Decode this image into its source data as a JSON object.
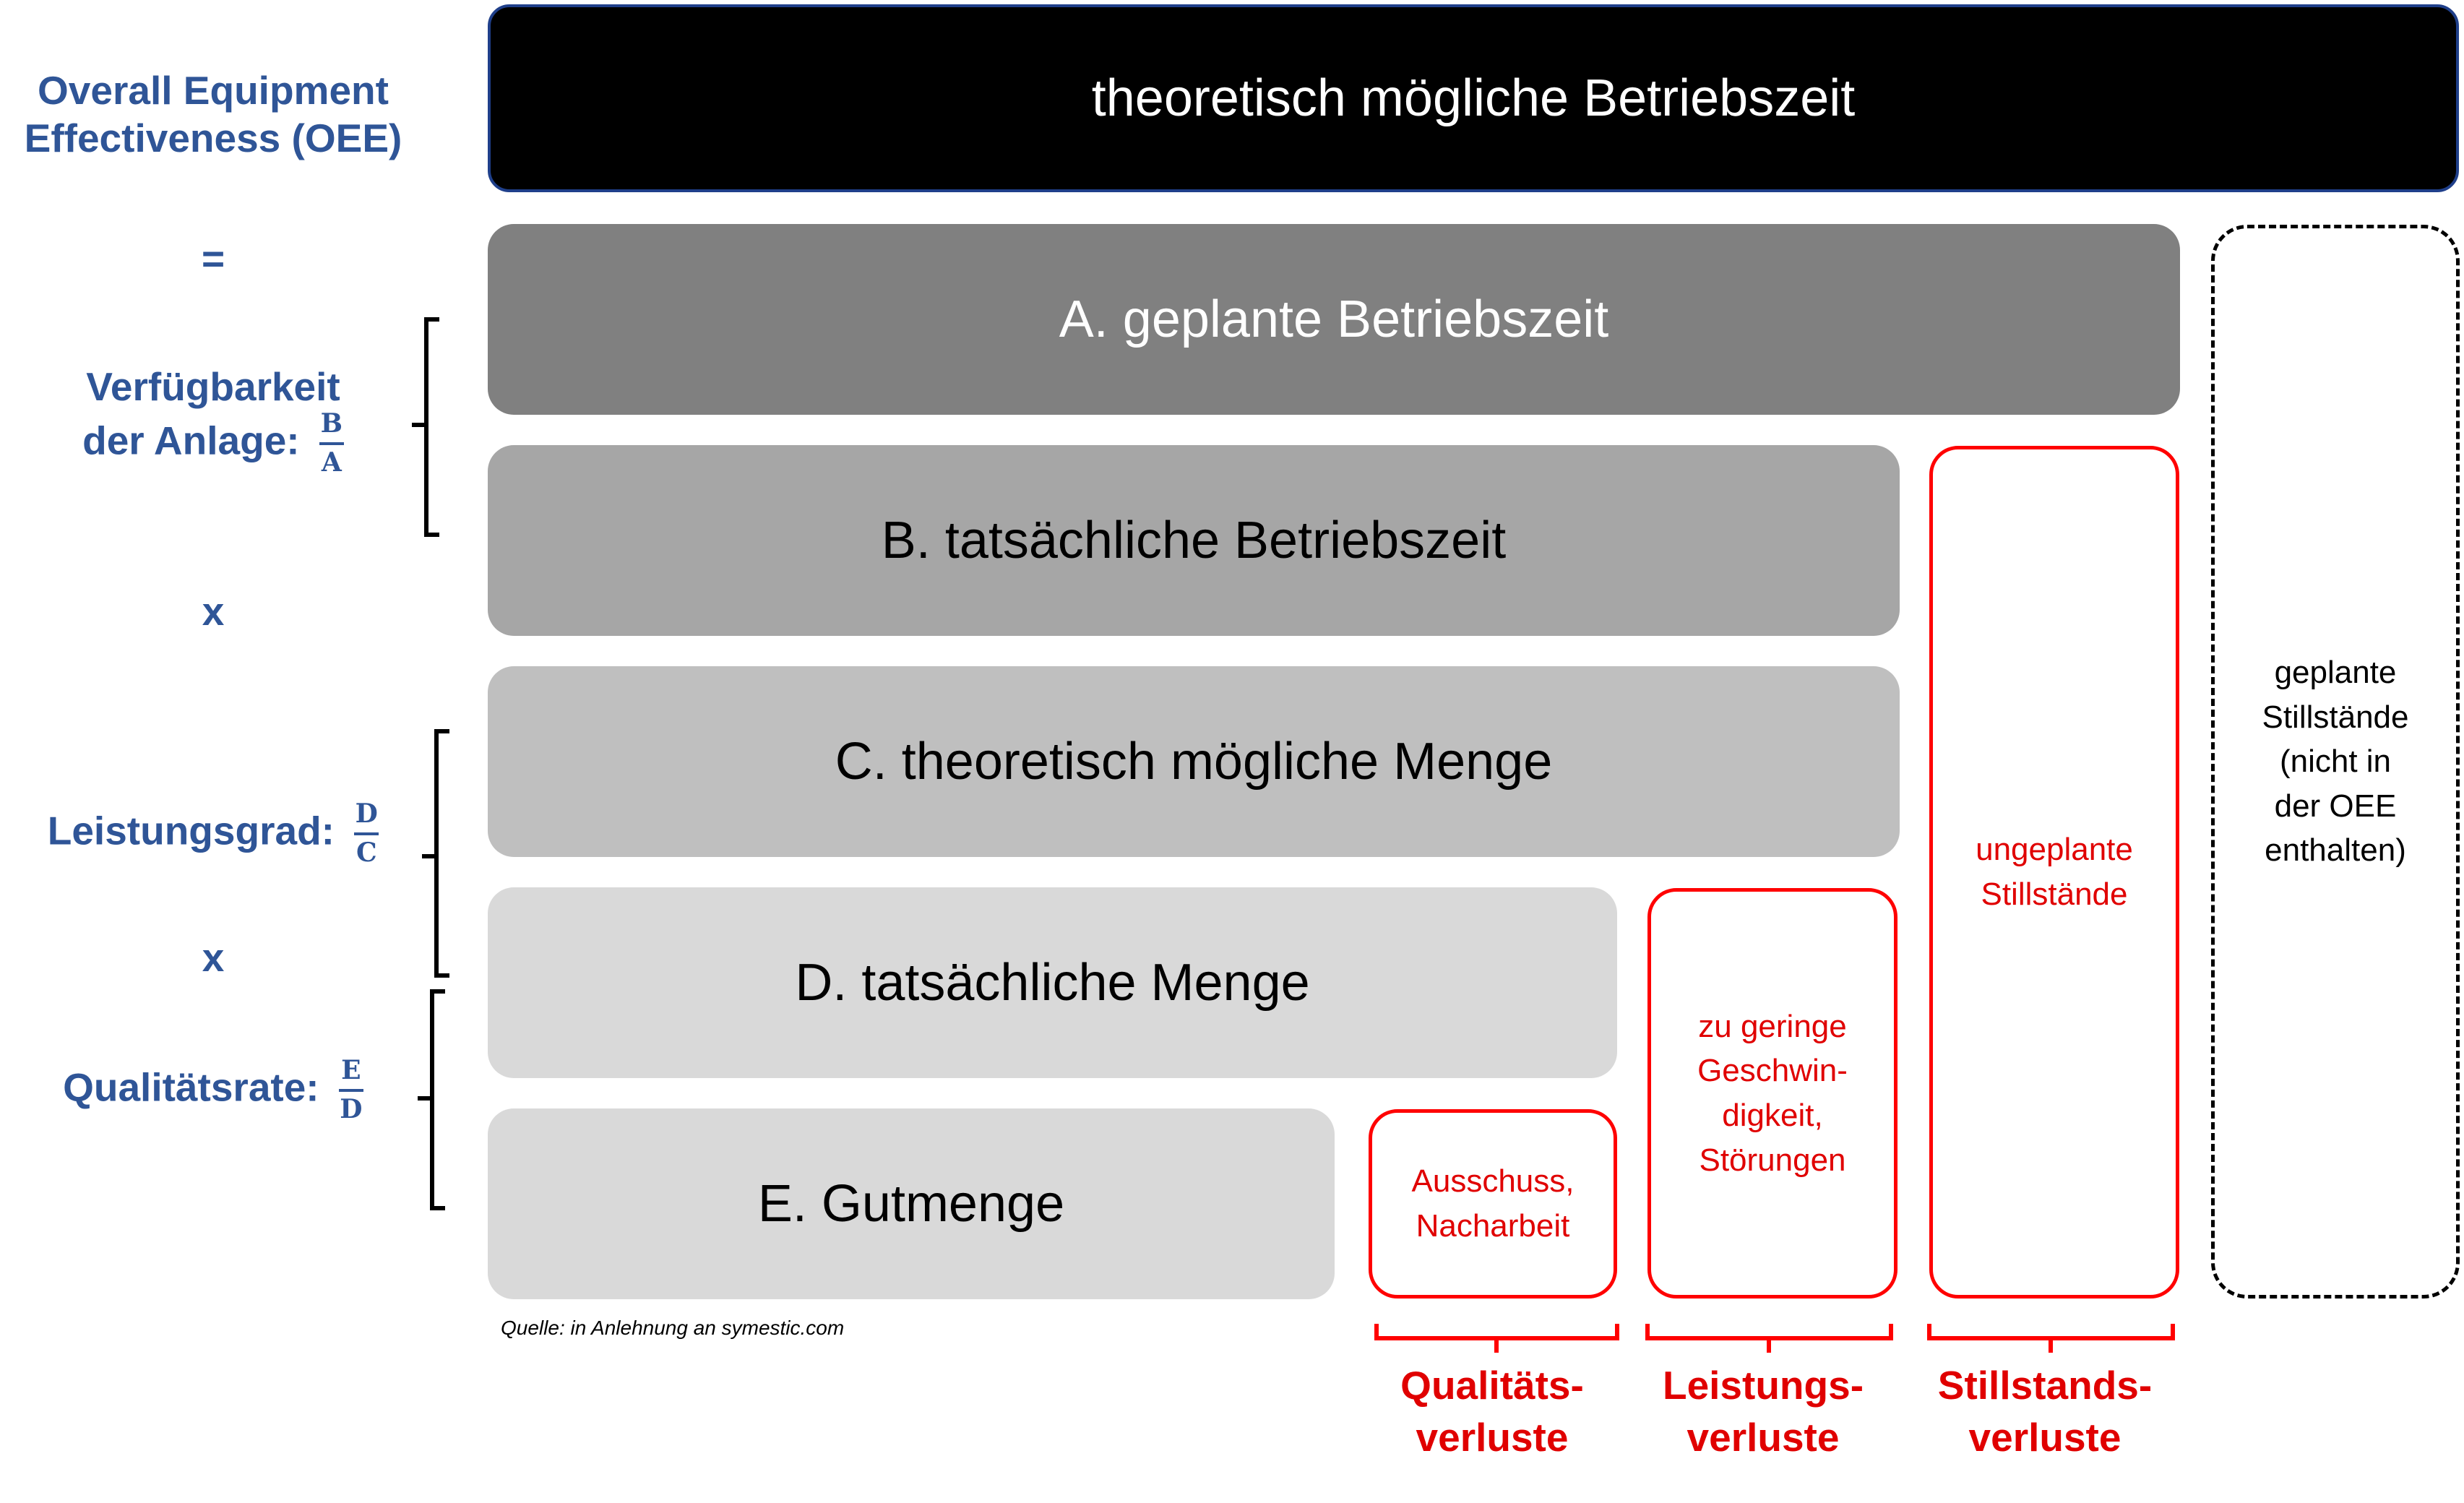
{
  "oee": {
    "title_line1": "Overall Equipment",
    "title_line2": "Effectiveness (OEE)",
    "equals": "=",
    "availability_line1": "Verfügbarkeit",
    "availability_line2": "der Anlage:",
    "availability_num": "B",
    "availability_den": "A",
    "times1": "x",
    "performance": "Leistungsgrad:",
    "performance_num": "D",
    "performance_den": "C",
    "times2": "x",
    "quality": "Qualitätsrate:",
    "quality_num": "E",
    "quality_den": "D"
  },
  "bars": {
    "top": "theoretisch mögliche Betriebszeit",
    "a": "A. geplante Betriebszeit",
    "b": "B. tatsächliche Betriebszeit",
    "c": "C. theoretisch mögliche Menge",
    "d": "D. tatsächliche Menge",
    "e": "E. Gutmenge"
  },
  "losses": {
    "quality_box": [
      "Ausschuss,",
      "Nacharbeit"
    ],
    "performance_box": [
      "zu geringe",
      "Geschwin-",
      "digkeit,",
      "Störungen"
    ],
    "downtime_box": [
      "ungeplante",
      "Stillstände"
    ],
    "planned_box": [
      "geplante",
      "Stillstände",
      "(nicht in",
      "der OEE",
      "enthalten)"
    ]
  },
  "loss_labels": {
    "quality": [
      "Qualitäts-",
      "verluste"
    ],
    "performance": [
      "Leistungs-",
      "verluste"
    ],
    "downtime": [
      "Stillstands-",
      "verluste"
    ]
  },
  "source": "Quelle: in Anlehnung an symestic.com",
  "colors": {
    "formula_blue": "#2f5597",
    "loss_red": "#ff0000",
    "bar_a": "#808080",
    "bar_b": "#a6a6a6",
    "bar_c": "#bfbfbf",
    "bar_d": "#d9d9d9",
    "bar_e": "#d9d9d9"
  }
}
